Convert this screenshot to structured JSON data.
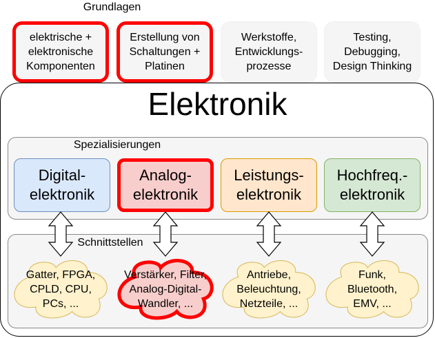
{
  "grundlagen": {
    "label": "Grundlagen",
    "items": [
      {
        "text": "elektrische +\nelektronische\nKomponenten",
        "highlight": true
      },
      {
        "text": "Erstellung von\nSchaltungen +\nPlatinen",
        "highlight": true
      },
      {
        "text": "Werkstoffe,\nEntwicklungs-\nprozesse",
        "highlight": false
      },
      {
        "text": "Testing,\nDebugging,\nDesign Thinking",
        "highlight": false
      }
    ]
  },
  "main": {
    "title": "Elektronik"
  },
  "spezialisierungen": {
    "label": "Spezialisierungen",
    "items": [
      {
        "text": "Digital-\nelektronik",
        "fill": "#dae8fc",
        "stroke": "#6c8ebf",
        "highlight": false
      },
      {
        "text": "Analog-\nelektronik",
        "fill": "#f8cecc",
        "stroke": "#ff0000",
        "highlight": true
      },
      {
        "text": "Leistungs-\nelektronik",
        "fill": "#ffe6cc",
        "stroke": "#d79b00",
        "highlight": false
      },
      {
        "text": "Hochfreq.-\nelektronik",
        "fill": "#d5e8d4",
        "stroke": "#82b366",
        "highlight": false
      }
    ]
  },
  "schnittstellen": {
    "label": "Schnittstellen",
    "items": [
      {
        "text": "Gatter, FPGA,\nCPLD, CPU,\nPCs, ...",
        "fill": "#fff2cc",
        "stroke": "#d6b656",
        "highlight": false
      },
      {
        "text": "Verstärker, Filter,\nAnalog-Digital-\nWandler, ...",
        "fill": "#f8cecc",
        "stroke": "#ff0000",
        "highlight": true
      },
      {
        "text": "Antriebe,\nBeleuchtung,\nNetzteile, ...",
        "fill": "#fff2cc",
        "stroke": "#d6b656",
        "highlight": false
      },
      {
        "text": "Funk,\nBluetooth,\nEMV, ...",
        "fill": "#fff2cc",
        "stroke": "#d6b656",
        "highlight": false
      }
    ]
  },
  "colors": {
    "highlight": "#ff0000",
    "group_bg": "#f5f5f5"
  }
}
